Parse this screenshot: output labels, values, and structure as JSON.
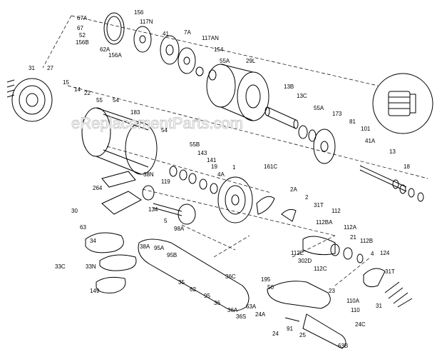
{
  "diagram": {
    "watermark": "eReplacementParts.com",
    "parts": [
      {
        "id": "p67A",
        "label": "67A"
      },
      {
        "id": "p67",
        "label": "67"
      },
      {
        "id": "p52",
        "label": "52"
      },
      {
        "id": "p156B",
        "label": "156B"
      },
      {
        "id": "p156",
        "label": "156"
      },
      {
        "id": "p62A",
        "label": "62A"
      },
      {
        "id": "p156A",
        "label": "156A"
      },
      {
        "id": "p117N",
        "label": "117N"
      },
      {
        "id": "p41",
        "label": "41"
      },
      {
        "id": "p7A",
        "label": "7A"
      },
      {
        "id": "p117AN",
        "label": "117AN"
      },
      {
        "id": "p154",
        "label": "154"
      },
      {
        "id": "p55A_top",
        "label": "55A"
      },
      {
        "id": "p29L",
        "label": "29L"
      },
      {
        "id": "p31_top",
        "label": "31"
      },
      {
        "id": "p27",
        "label": "27"
      },
      {
        "id": "p15",
        "label": "15"
      },
      {
        "id": "p14",
        "label": "14"
      },
      {
        "id": "p22",
        "label": "22"
      },
      {
        "id": "p55",
        "label": "55"
      },
      {
        "id": "p54",
        "label": "54"
      },
      {
        "id": "p183",
        "label": "183"
      },
      {
        "id": "p54B",
        "label": "54"
      },
      {
        "id": "p13B",
        "label": "13B"
      },
      {
        "id": "p13C",
        "label": "13C"
      },
      {
        "id": "p55A_mid",
        "label": "55A"
      },
      {
        "id": "p173",
        "label": "173"
      },
      {
        "id": "p81",
        "label": "81"
      },
      {
        "id": "p101",
        "label": "101"
      },
      {
        "id": "p41A",
        "label": "41A"
      },
      {
        "id": "p13",
        "label": "13"
      },
      {
        "id": "p18",
        "label": "18"
      },
      {
        "id": "p55B",
        "label": "55B"
      },
      {
        "id": "p143",
        "label": "143"
      },
      {
        "id": "p141",
        "label": "141"
      },
      {
        "id": "p19",
        "label": "19"
      },
      {
        "id": "p4A",
        "label": "4A"
      },
      {
        "id": "p1",
        "label": "1"
      },
      {
        "id": "p161C",
        "label": "161C"
      },
      {
        "id": "p38N",
        "label": "38N"
      },
      {
        "id": "p119",
        "label": "119"
      },
      {
        "id": "p264",
        "label": "264"
      },
      {
        "id": "p2A",
        "label": "2A"
      },
      {
        "id": "p2",
        "label": "2"
      },
      {
        "id": "p31T_a",
        "label": "31T"
      },
      {
        "id": "p112",
        "label": "112"
      },
      {
        "id": "p30",
        "label": "30"
      },
      {
        "id": "p134",
        "label": "134"
      },
      {
        "id": "p5",
        "label": "5"
      },
      {
        "id": "p98A",
        "label": "98A"
      },
      {
        "id": "p63",
        "label": "63"
      },
      {
        "id": "p112BA",
        "label": "112BA"
      },
      {
        "id": "p112A",
        "label": "112A"
      },
      {
        "id": "p21",
        "label": "21"
      },
      {
        "id": "p112B",
        "label": "112B"
      },
      {
        "id": "p34",
        "label": "34"
      },
      {
        "id": "p38A",
        "label": "38A"
      },
      {
        "id": "p95A",
        "label": "95A"
      },
      {
        "id": "p95B",
        "label": "95B"
      },
      {
        "id": "p112E",
        "label": "112E"
      },
      {
        "id": "p302D",
        "label": "302D"
      },
      {
        "id": "p112C",
        "label": "112C"
      },
      {
        "id": "p4",
        "label": "4"
      },
      {
        "id": "p124",
        "label": "124"
      },
      {
        "id": "p33C",
        "label": "33C"
      },
      {
        "id": "p33N",
        "label": "33N"
      },
      {
        "id": "p36C",
        "label": "36C"
      },
      {
        "id": "p35",
        "label": "35"
      },
      {
        "id": "p62",
        "label": "62"
      },
      {
        "id": "p95",
        "label": "95"
      },
      {
        "id": "p36",
        "label": "36"
      },
      {
        "id": "p36A",
        "label": "36A"
      },
      {
        "id": "p36S",
        "label": "36S"
      },
      {
        "id": "p149",
        "label": "149"
      },
      {
        "id": "p195",
        "label": "195"
      },
      {
        "id": "p50",
        "label": "50"
      },
      {
        "id": "p23",
        "label": "23"
      },
      {
        "id": "p31T_b",
        "label": "31T"
      },
      {
        "id": "p63A",
        "label": "63A"
      },
      {
        "id": "p24A",
        "label": "24A"
      },
      {
        "id": "p110A",
        "label": "110A"
      },
      {
        "id": "p110",
        "label": "110"
      },
      {
        "id": "p31_bot",
        "label": "31"
      },
      {
        "id": "p91",
        "label": "91"
      },
      {
        "id": "p24",
        "label": "24"
      },
      {
        "id": "p25",
        "label": "25"
      },
      {
        "id": "p24C",
        "label": "24C"
      },
      {
        "id": "p63B",
        "label": "63B"
      }
    ]
  }
}
